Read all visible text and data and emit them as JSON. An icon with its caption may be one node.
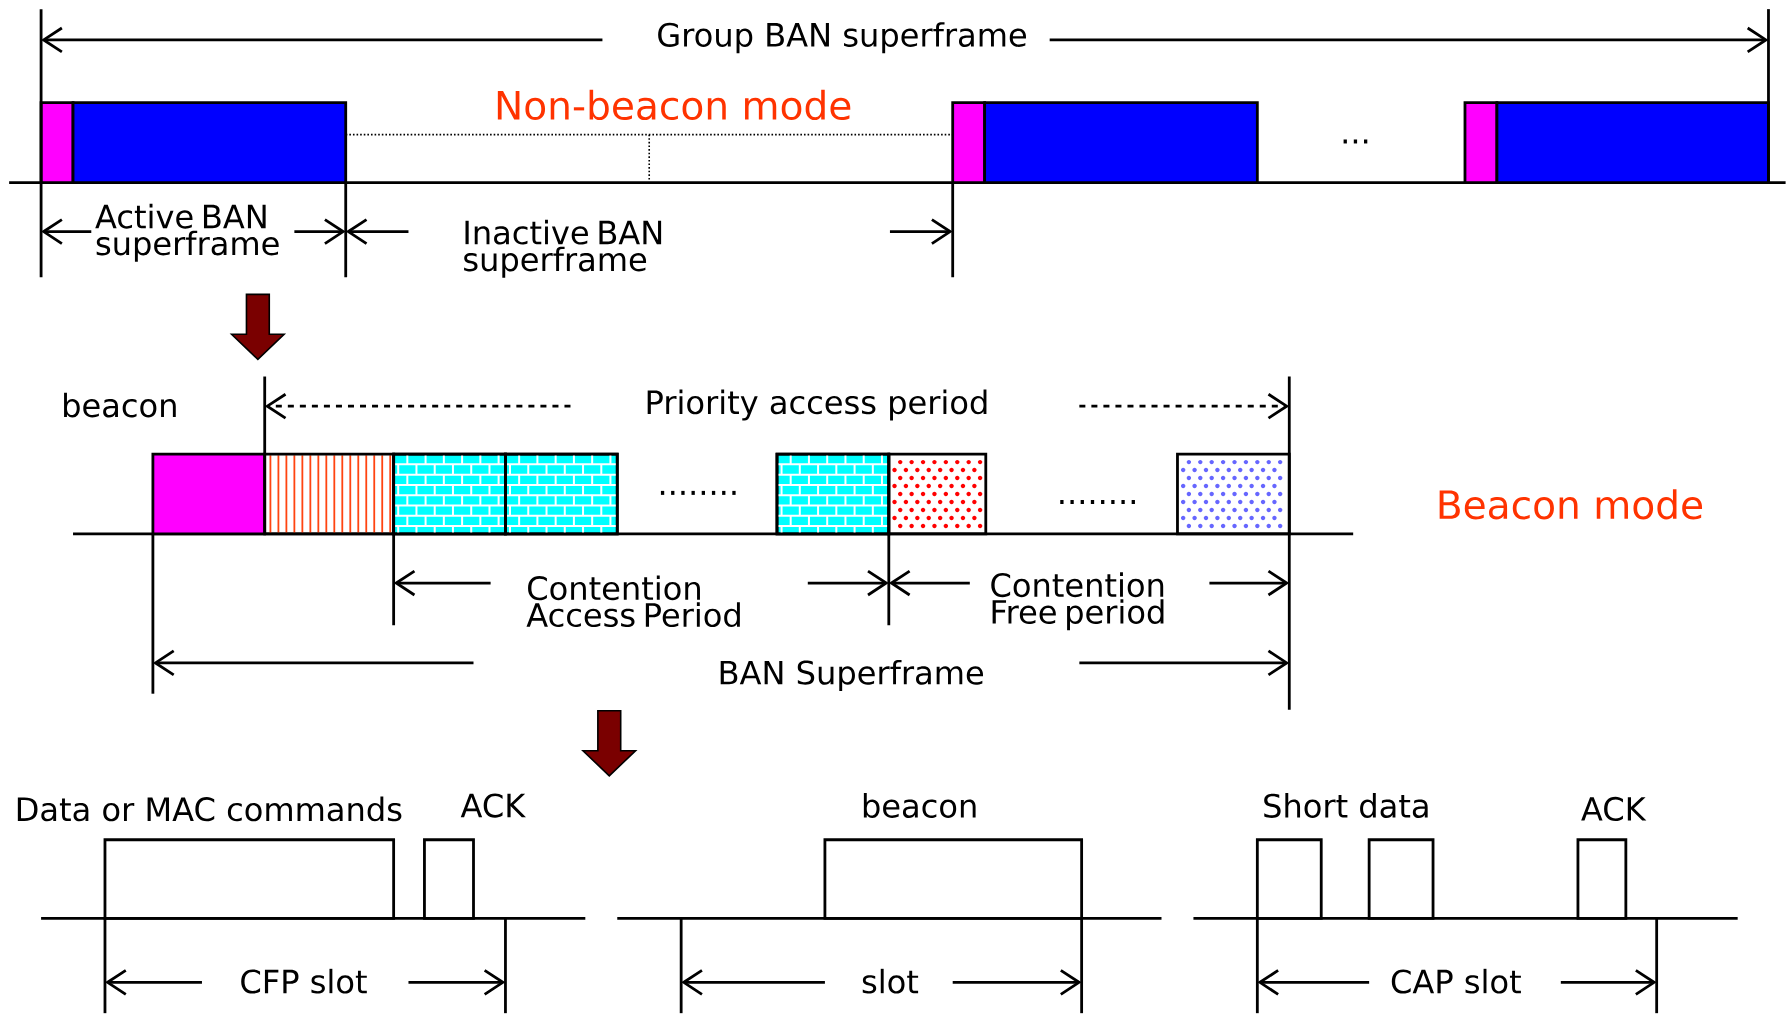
{
  "diagram": {
    "labels": [
      "Group BAN superframe",
      "Non-beacon mode",
      "...",
      "Active BAN superframe",
      "Inactive BAN superframe",
      "beacon",
      "Priority access period",
      "........",
      "........",
      "Beacon mode",
      "Contention Access Period",
      "Contention Free period",
      "BAN Superframe",
      "Data or MAC commands",
      "ACK",
      "beacon",
      "Short data",
      "ACK",
      "CFP slot",
      "slot",
      "CAP slot"
    ]
  }
}
